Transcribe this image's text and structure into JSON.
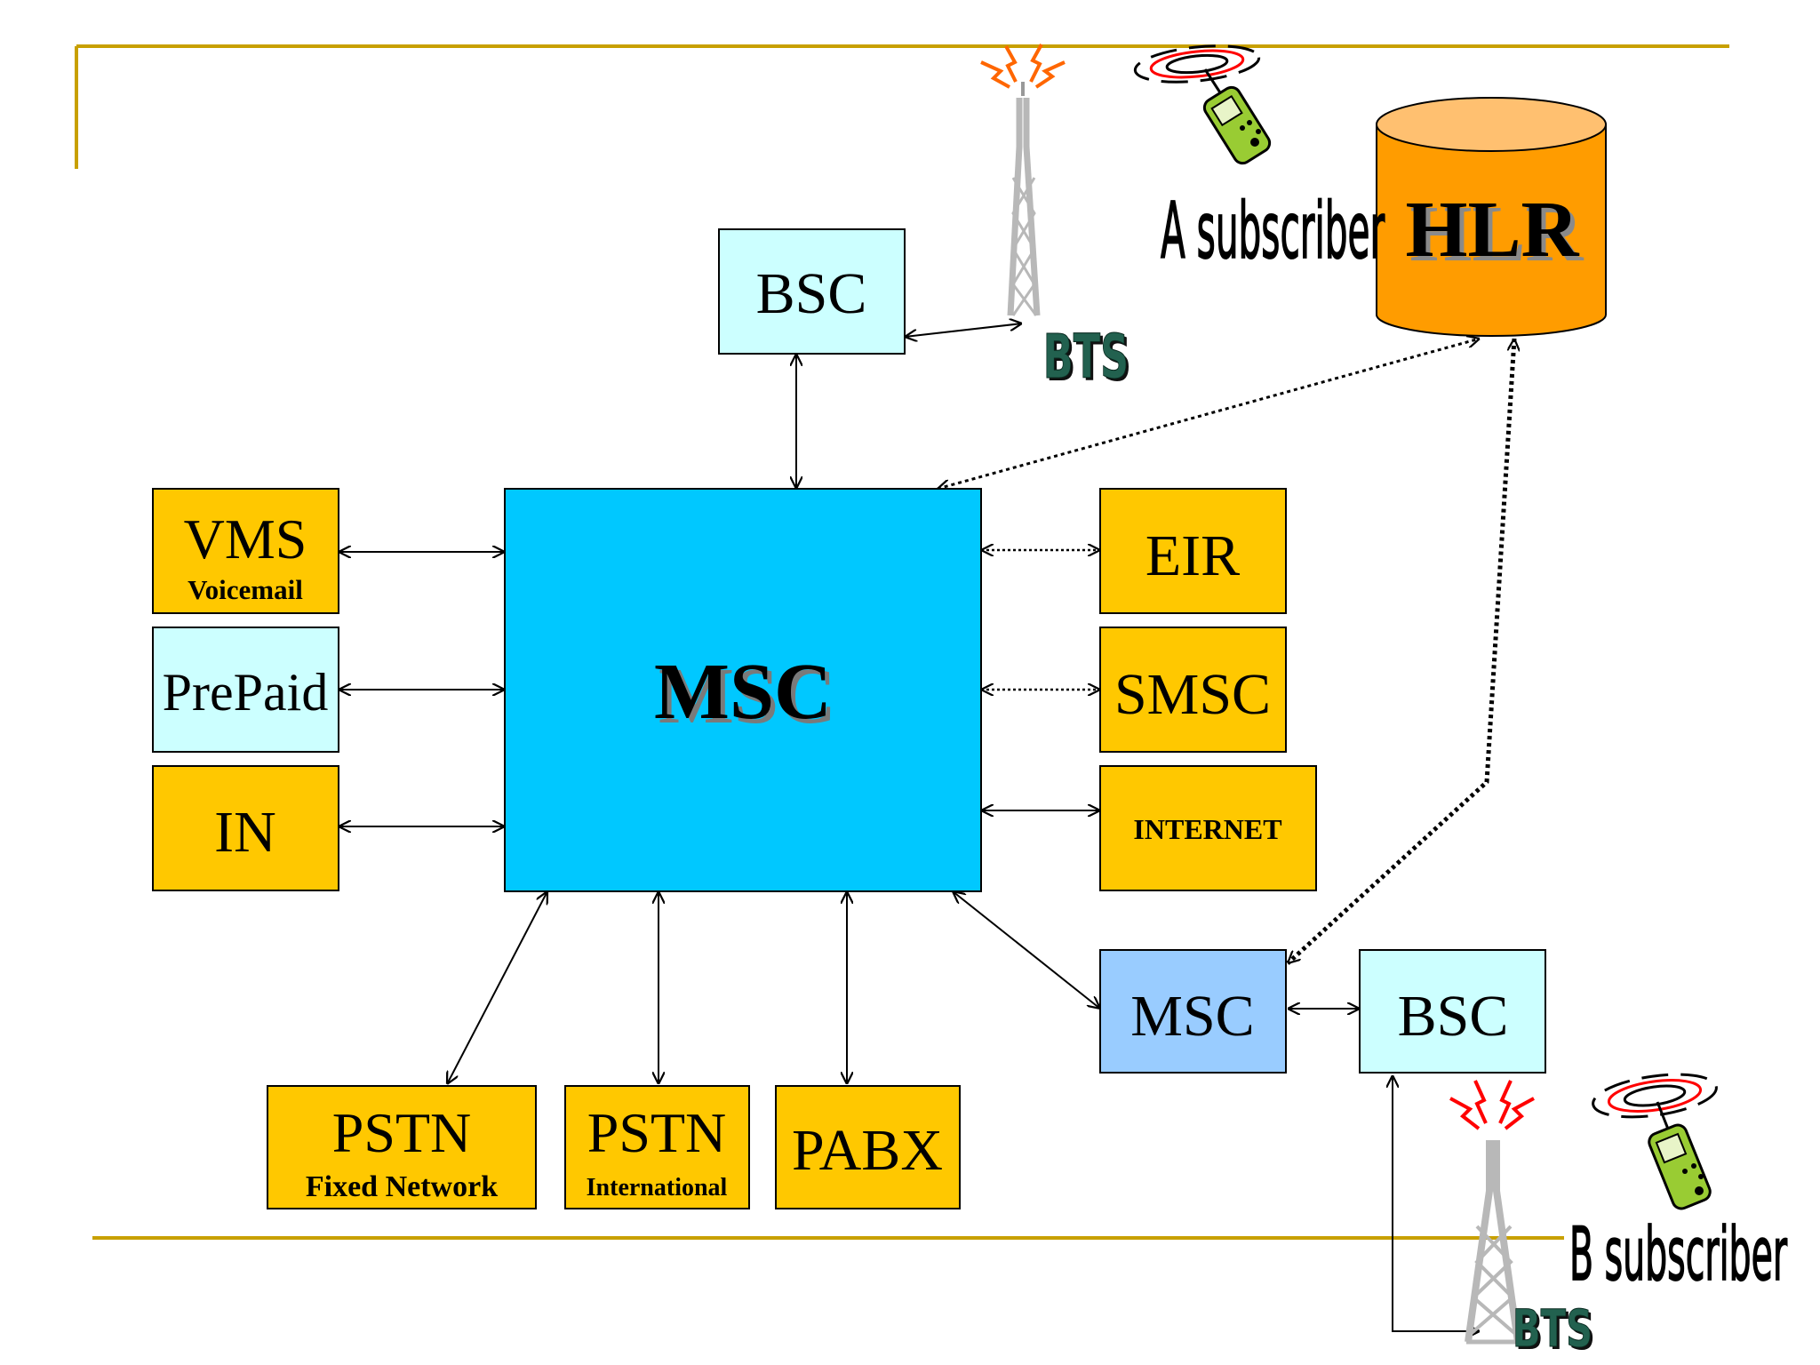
{
  "colors": {
    "rule": "#c8a000",
    "orange_box": "#ffc800",
    "light_cyan": "#ccffff",
    "msc_main": "#00c8ff",
    "msc_secondary": "#99ccff",
    "hlr_side": "#ff9c00",
    "hlr_top": "#ffc070",
    "bts_label": "#22614f",
    "signal_orange": "#ff6600",
    "signal_red": "#ff0000",
    "phone_green": "#99cc33"
  },
  "nodes": {
    "msc_main": "MSC",
    "bsc_top": "BSC",
    "bts_top": "BTS",
    "hlr": "HLR",
    "a_subscriber": "A subscriber",
    "vms": {
      "title": "VMS",
      "subtitle": "Voicemail"
    },
    "prepaid": "PrePaid",
    "in": "IN",
    "eir": "EIR",
    "smsc": "SMSC",
    "internet": "INTERNET",
    "msc_secondary": "MSC",
    "bsc_bottom": "BSC",
    "bts_bottom": "BTS",
    "b_subscriber": "B subscriber",
    "pstn_fixed": {
      "title": "PSTN",
      "subtitle": "Fixed Network"
    },
    "pstn_intl": {
      "title": "PSTN",
      "subtitle": "International"
    },
    "pabx": "PABX"
  },
  "icons": [
    "transmission-tower-icon",
    "mobile-phone-icon",
    "cylinder-database-icon"
  ]
}
